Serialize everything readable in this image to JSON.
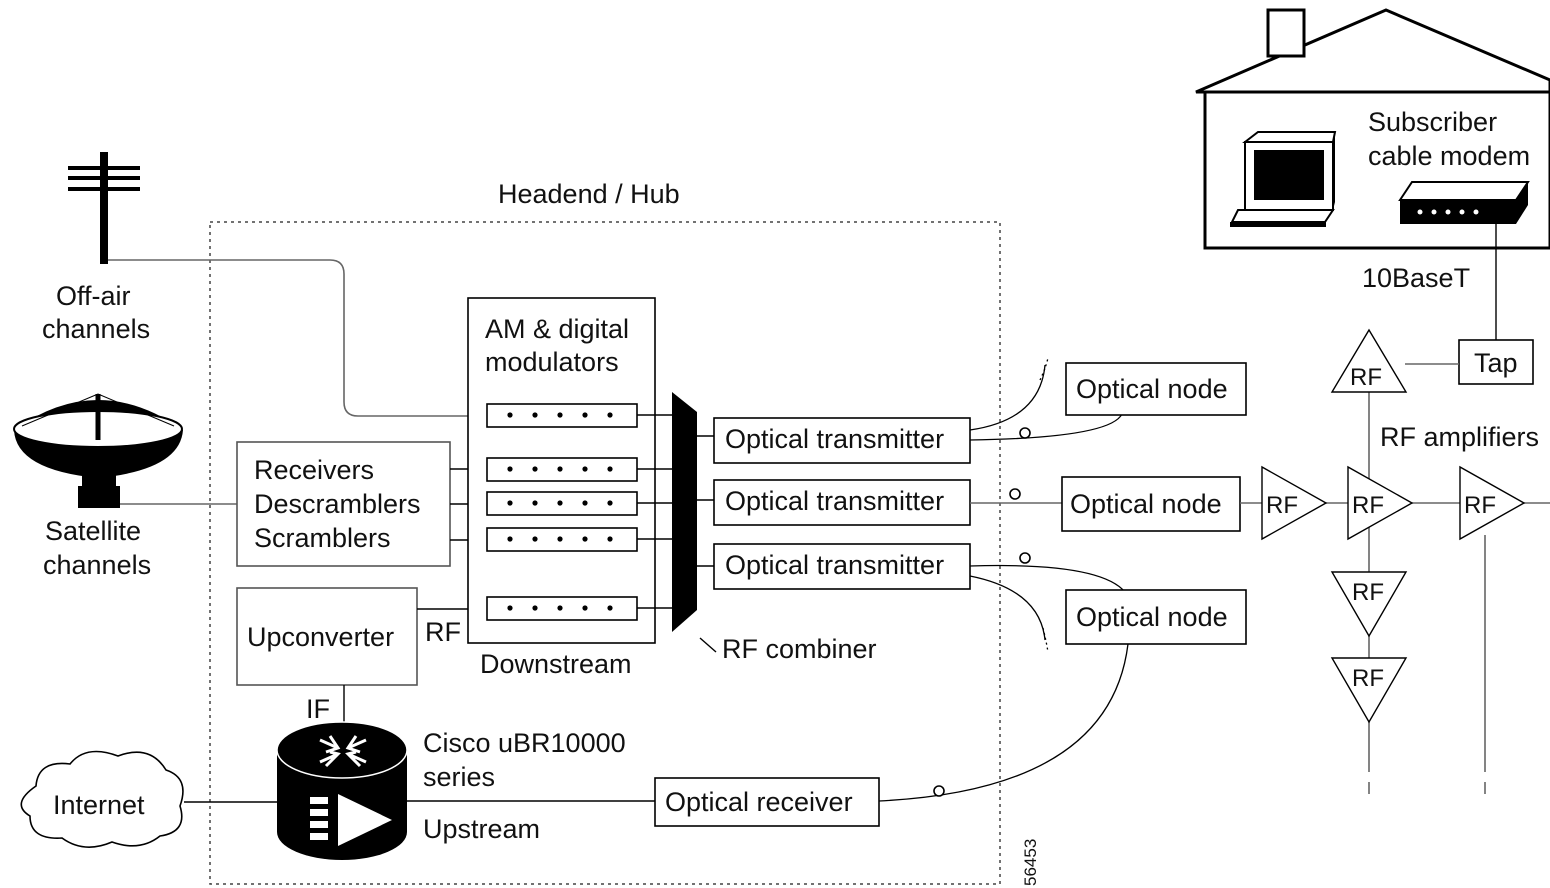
{
  "diagram": {
    "headend_label": "Headend / Hub",
    "off_air": [
      "Off-air",
      "channels"
    ],
    "satellite": [
      "Satellite",
      "channels"
    ],
    "modulators": [
      "AM & digital",
      "modulators"
    ],
    "receivers": [
      "Receivers",
      "Descramblers",
      "Scramblers"
    ],
    "upconverter": "Upconverter",
    "rf": "RF",
    "downstream": "Downstream",
    "rf_combiner": "RF combiner",
    "if": "IF",
    "cmts": [
      "Cisco uBR10000",
      "series"
    ],
    "upstream": "Upstream",
    "internet": "Internet",
    "optical_transmitter": [
      "Optical transmitter",
      "Optical transmitter",
      "Optical transmitter"
    ],
    "optical_node": [
      "Optical node",
      "Optical node",
      "Optical node"
    ],
    "optical_receiver": "Optical receiver",
    "subscriber": [
      "Subscriber",
      "cable modem"
    ],
    "tenbaset": "10BaseT",
    "tap": "Tap",
    "rf_amplifiers": "RF amplifiers",
    "rf_amp_labels": [
      "RF",
      "RF",
      "RF",
      "RF",
      "RF",
      "RF"
    ],
    "figure_id": "56453"
  }
}
